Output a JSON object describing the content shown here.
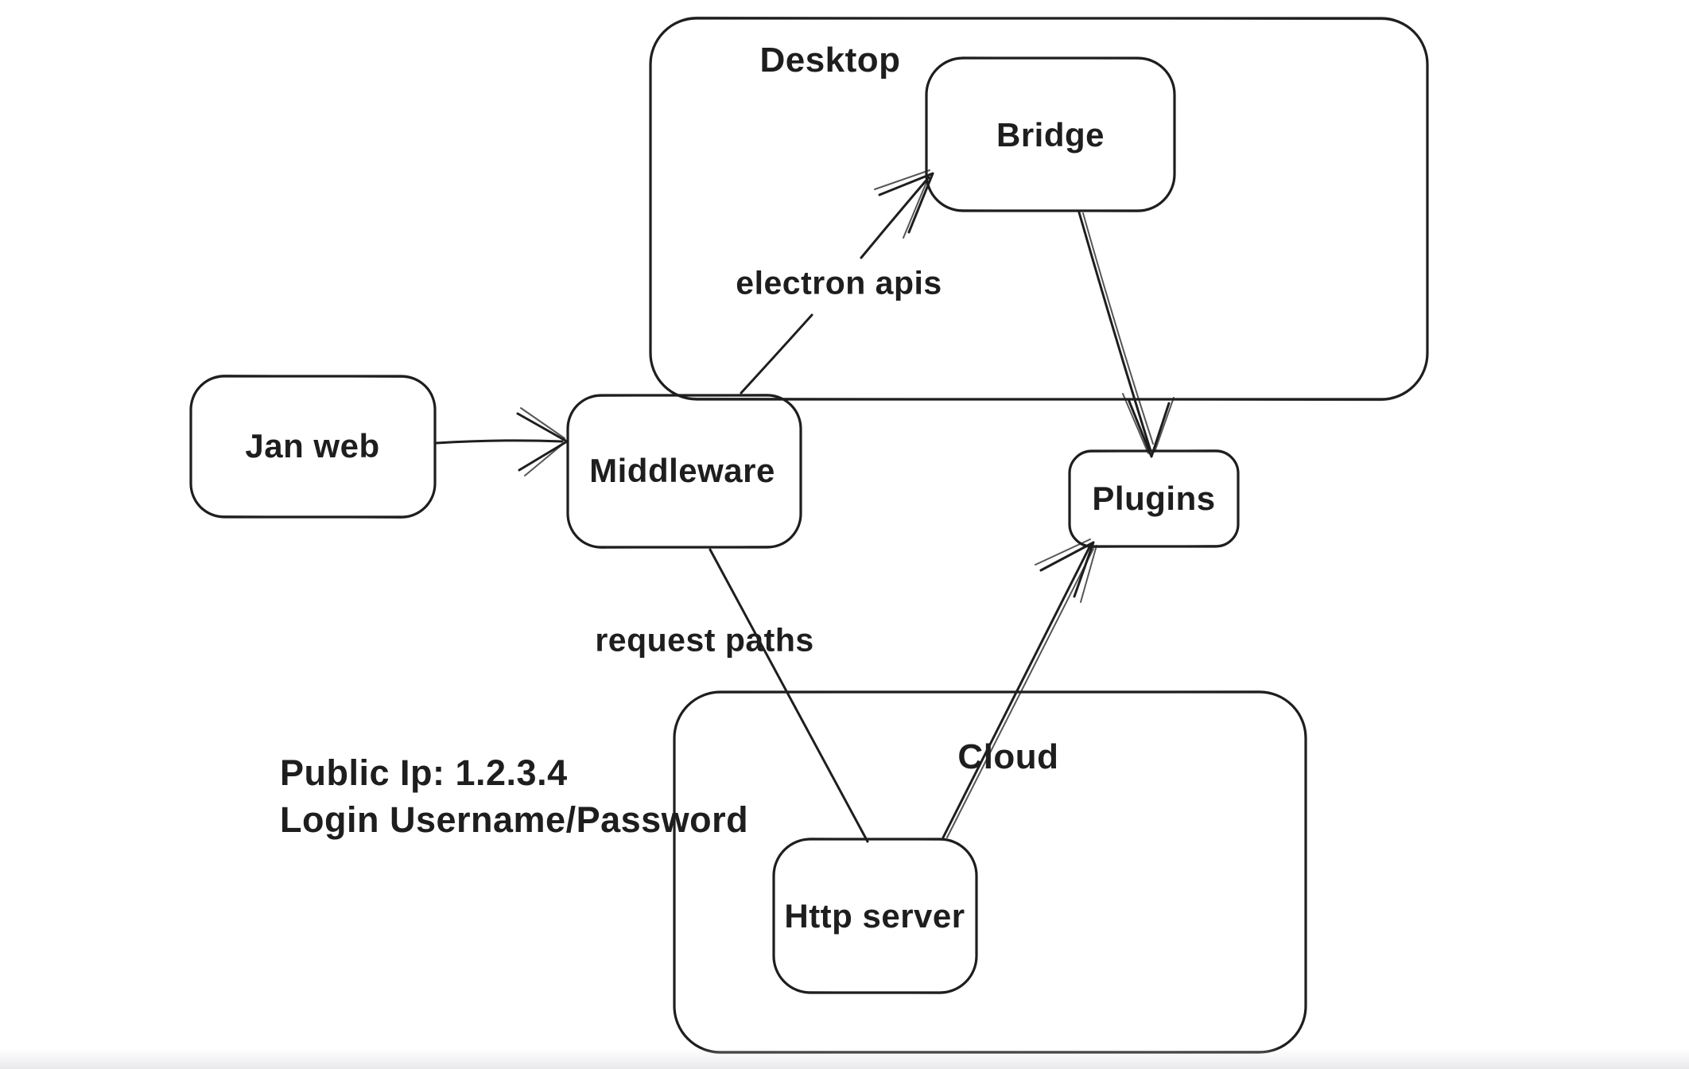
{
  "canvas": {
    "background": "#ffffff",
    "stroke_color": "#1e1e1e",
    "bottom_fade_color": "#e9e9ec"
  },
  "containers": [
    {
      "id": "desktop",
      "label": "Desktop"
    },
    {
      "id": "cloud",
      "label": "Cloud"
    }
  ],
  "nodes": [
    {
      "id": "jan-web",
      "label": "Jan web"
    },
    {
      "id": "middleware",
      "label": "Middleware"
    },
    {
      "id": "bridge",
      "label": "Bridge"
    },
    {
      "id": "plugins",
      "label": "Plugins"
    },
    {
      "id": "http-server",
      "label": "Http server"
    }
  ],
  "edges": [
    {
      "from": "jan-web",
      "to": "middleware",
      "label": "",
      "arrow": true
    },
    {
      "from": "middleware",
      "to": "bridge",
      "label": "electron apis",
      "arrow": true
    },
    {
      "from": "bridge",
      "to": "plugins",
      "label": "",
      "arrow": true
    },
    {
      "from": "middleware",
      "to": "http-server",
      "label": "request paths",
      "arrow": false
    },
    {
      "from": "http-server",
      "to": "plugins",
      "label": "",
      "arrow": true
    }
  ],
  "annotations": [
    {
      "lines": [
        "Public Ip: 1.2.3.4",
        "Login Username/Password"
      ]
    }
  ]
}
